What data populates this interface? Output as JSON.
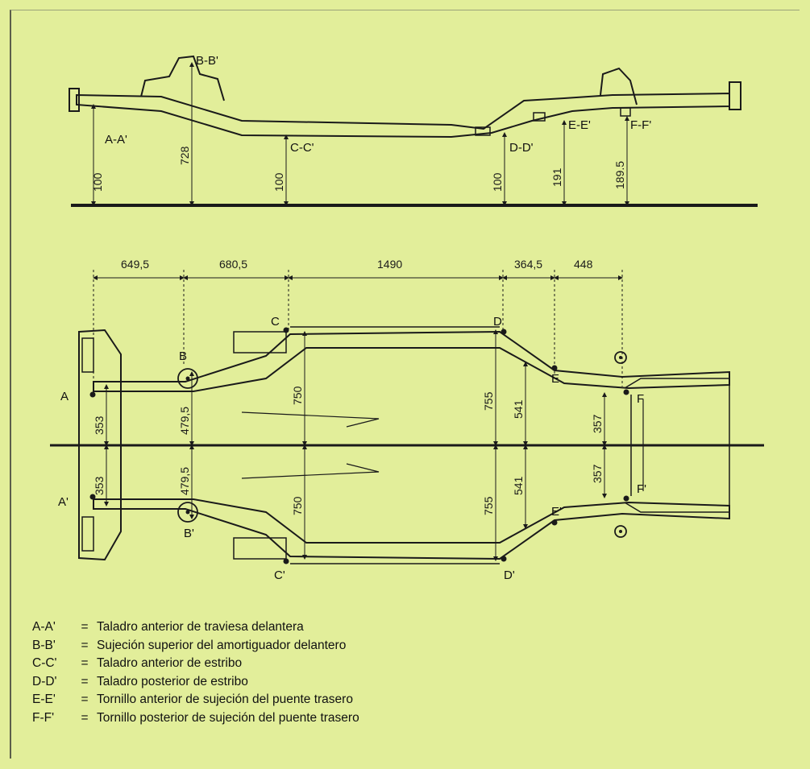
{
  "side_view": {
    "labels": {
      "aa": "A-A'",
      "bb": "B-B'",
      "cc": "C-C'",
      "dd": "D-D'",
      "ee": "E-E'",
      "ff": "F-F'"
    },
    "heights": {
      "a": "100",
      "b": "728",
      "c": "100",
      "d": "100",
      "e": "191",
      "f": "189.5"
    }
  },
  "top_view": {
    "spacings": [
      "649,5",
      "680,5",
      "1490",
      "364,5",
      "448"
    ],
    "points": {
      "a": "A",
      "a2": "A'",
      "b": "B",
      "b2": "B'",
      "c": "C",
      "c2": "C'",
      "d": "D",
      "d2": "D'",
      "e": "E",
      "e2": "E'",
      "f": "F",
      "f2": "F'"
    },
    "half_widths": {
      "a_up": "353",
      "a_down": "353",
      "b_up": "479,5",
      "b_down": "479,5",
      "c_up": "750",
      "c_down": "750",
      "d_up": "755",
      "d_down": "755",
      "e_up": "541",
      "e_down": "541",
      "f_up": "357",
      "f_down": "357"
    }
  },
  "legend": [
    {
      "code": "A-A'",
      "eq": "=",
      "text": "Taladro anterior de traviesa delantera"
    },
    {
      "code": "B-B'",
      "eq": "=",
      "text": "Sujeción superior del amortiguador delantero"
    },
    {
      "code": "C-C'",
      "eq": "=",
      "text": "Taladro anterior de estribo"
    },
    {
      "code": "D-D'",
      "eq": "=",
      "text": "Taladro posterior de estribo"
    },
    {
      "code": "E-E'",
      "eq": "=",
      "text": "Tornillo anterior de sujeción del puente trasero"
    },
    {
      "code": "F-F'",
      "eq": "=",
      "text": "Tornillo posterior de sujeción del puente trasero"
    }
  ]
}
